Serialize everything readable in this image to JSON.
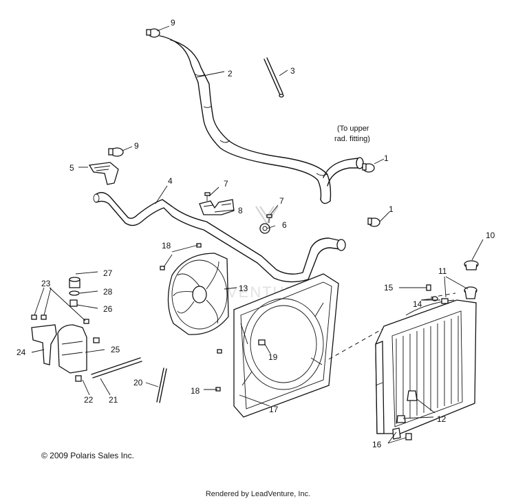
{
  "diagram": {
    "callouts": [
      "9",
      "2",
      "3",
      "9",
      "5",
      "1",
      "4",
      "7",
      "8",
      "7",
      "6",
      "1",
      "18",
      "13",
      "10",
      "11",
      "27",
      "28",
      "26",
      "23",
      "15",
      "14",
      "24",
      "25",
      "19",
      "20",
      "22",
      "21",
      "18",
      "17",
      "12",
      "16"
    ],
    "note_line1": "(To upper",
    "note_line2": "rad. fitting)",
    "copyright": "© 2009 Polaris Sales Inc.",
    "watermark": "VENTURE"
  },
  "footer": {
    "rendered_by": "Rendered by LeadVenture, Inc."
  }
}
